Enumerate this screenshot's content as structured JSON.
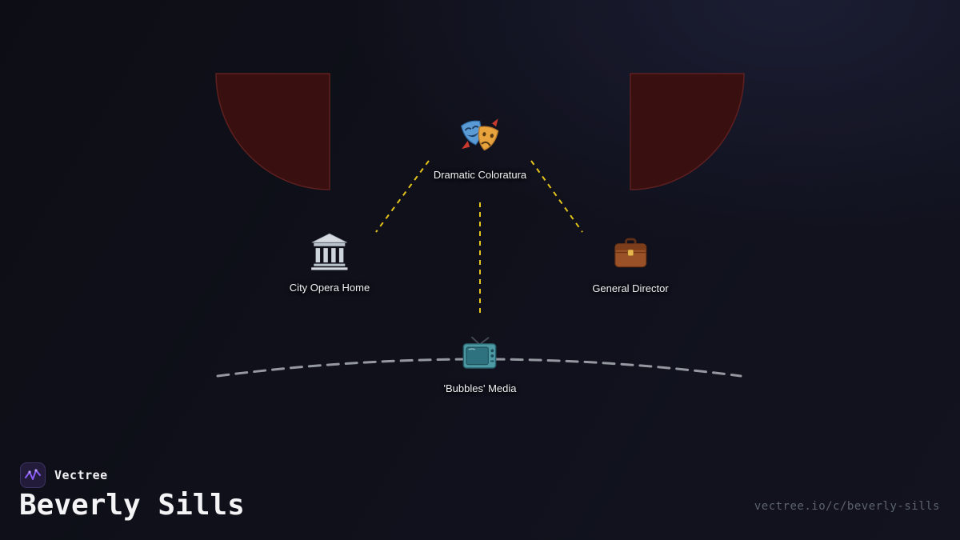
{
  "graph": {
    "center": {
      "label": "Dramatic Coloratura",
      "icon": "theater-masks-icon"
    },
    "nodes": [
      {
        "label": "City Opera Home",
        "icon": "classical-building-icon"
      },
      {
        "label": "General Director",
        "icon": "briefcase-icon"
      },
      {
        "label": "'Bubbles' Media",
        "icon": "tv-icon"
      }
    ]
  },
  "decor": {
    "edge_color": "#e4c41a",
    "stage_arc_color": "#b6bac2",
    "curtain_fill": "#390f10"
  },
  "footer": {
    "brand": "Vectree",
    "title": "Beverly Sills",
    "url": "vectree.io/c/beverly-sills"
  }
}
